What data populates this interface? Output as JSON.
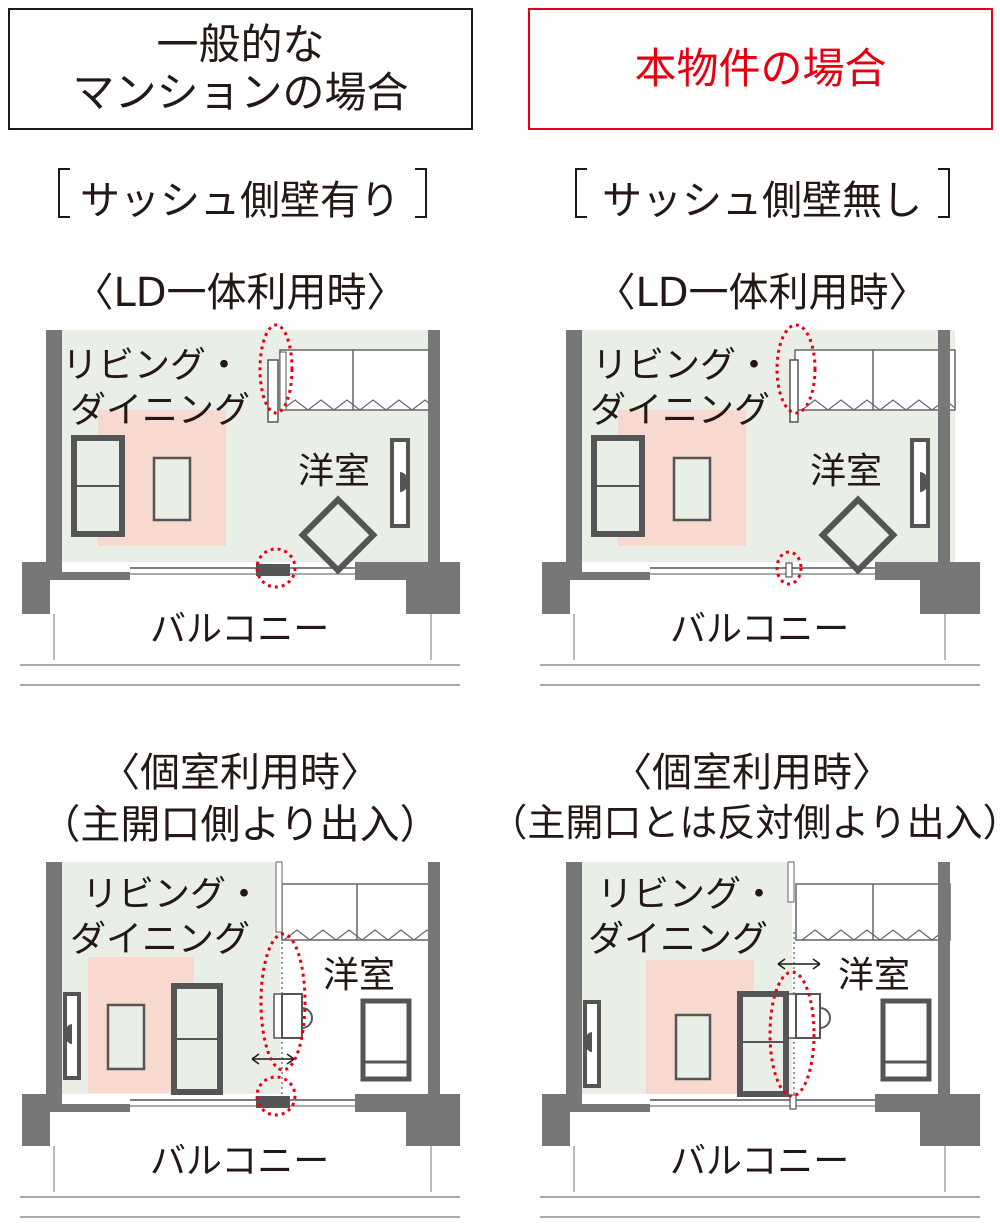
{
  "headers": {
    "general_line1": "一般的な",
    "general_line2": "マンションの場合",
    "property": "本物件の場合"
  },
  "subheaders": {
    "left": "サッシュ側壁有り",
    "right": "サッシュ側壁無し"
  },
  "captions": {
    "top_left": "〈LD一体利用時〉",
    "top_right": "〈LD一体利用時〉",
    "bottom_left_1": "〈個室利用時〉",
    "bottom_left_2": "（主開口側より出入）",
    "bottom_right_1": "〈個室利用時〉",
    "bottom_right_2": "（主開口とは反対側より出入）"
  },
  "room_labels": {
    "living_line1": "リビング・",
    "living_line2": "ダイニング",
    "western": "洋室",
    "balcony": "バルコニー"
  },
  "colors": {
    "accent_red": "#e60012",
    "room_fill": "#e9efe7",
    "rug_fill": "#f7d9cf",
    "wall_fill": "#777777",
    "line": "#231815"
  }
}
